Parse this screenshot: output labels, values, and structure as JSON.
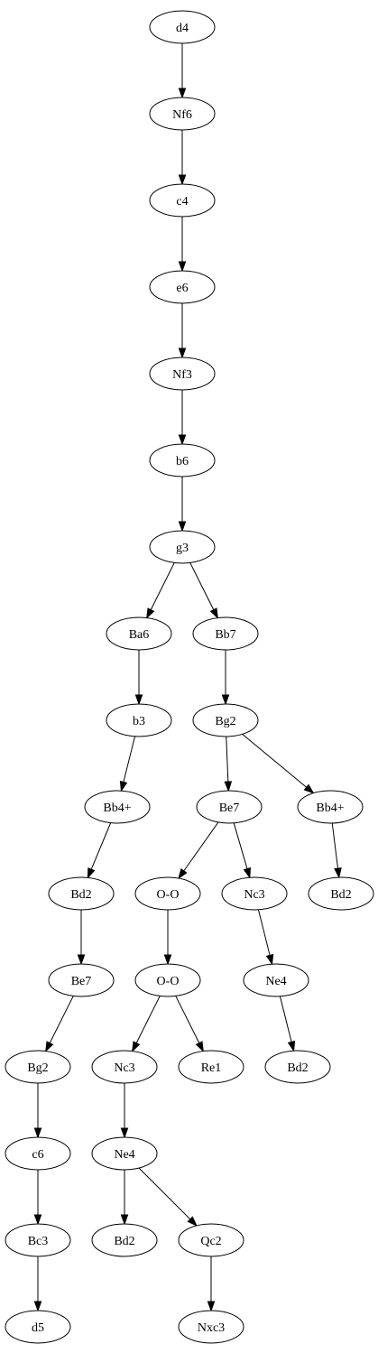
{
  "nodes": [
    {
      "id": "n1",
      "label": "d4"
    },
    {
      "id": "n2",
      "label": "Nf6"
    },
    {
      "id": "n3",
      "label": "c4"
    },
    {
      "id": "n4",
      "label": "e6"
    },
    {
      "id": "n5",
      "label": "Nf3"
    },
    {
      "id": "n6",
      "label": "b6"
    },
    {
      "id": "n7",
      "label": "g3"
    },
    {
      "id": "n8",
      "label": "Ba6"
    },
    {
      "id": "n9",
      "label": "Bb7"
    },
    {
      "id": "n10",
      "label": "b3"
    },
    {
      "id": "n11",
      "label": "Bg2"
    },
    {
      "id": "n12",
      "label": "Bb4+"
    },
    {
      "id": "n13",
      "label": "Be7"
    },
    {
      "id": "n14",
      "label": "Bb4+"
    },
    {
      "id": "n15",
      "label": "Bd2"
    },
    {
      "id": "n16",
      "label": "O-O"
    },
    {
      "id": "n17",
      "label": "Nc3"
    },
    {
      "id": "n18",
      "label": "Bd2"
    },
    {
      "id": "n19",
      "label": "Be7"
    },
    {
      "id": "n20",
      "label": "O-O"
    },
    {
      "id": "n21",
      "label": "Ne4"
    },
    {
      "id": "n22",
      "label": "Bg2"
    },
    {
      "id": "n23",
      "label": "Nc3"
    },
    {
      "id": "n24",
      "label": "Re1"
    },
    {
      "id": "n25",
      "label": "Bd2"
    },
    {
      "id": "n26",
      "label": "c6"
    },
    {
      "id": "n27",
      "label": "Ne4"
    },
    {
      "id": "n28",
      "label": "Bc3"
    },
    {
      "id": "n29",
      "label": "Bd2"
    },
    {
      "id": "n30",
      "label": "Qc2"
    },
    {
      "id": "n31",
      "label": "d5"
    },
    {
      "id": "n32",
      "label": "Nxc3"
    }
  ],
  "edges": [
    [
      "n1",
      "n2"
    ],
    [
      "n2",
      "n3"
    ],
    [
      "n3",
      "n4"
    ],
    [
      "n4",
      "n5"
    ],
    [
      "n5",
      "n6"
    ],
    [
      "n6",
      "n7"
    ],
    [
      "n7",
      "n8"
    ],
    [
      "n7",
      "n9"
    ],
    [
      "n8",
      "n10"
    ],
    [
      "n10",
      "n12"
    ],
    [
      "n12",
      "n15"
    ],
    [
      "n15",
      "n19"
    ],
    [
      "n19",
      "n22"
    ],
    [
      "n22",
      "n26"
    ],
    [
      "n26",
      "n28"
    ],
    [
      "n28",
      "n31"
    ],
    [
      "n9",
      "n11"
    ],
    [
      "n11",
      "n13"
    ],
    [
      "n11",
      "n14"
    ],
    [
      "n14",
      "n18"
    ],
    [
      "n13",
      "n16"
    ],
    [
      "n13",
      "n17"
    ],
    [
      "n17",
      "n21"
    ],
    [
      "n21",
      "n25"
    ],
    [
      "n16",
      "n20"
    ],
    [
      "n20",
      "n23"
    ],
    [
      "n20",
      "n24"
    ],
    [
      "n23",
      "n27"
    ],
    [
      "n27",
      "n29"
    ],
    [
      "n27",
      "n30"
    ],
    [
      "n30",
      "n32"
    ]
  ]
}
